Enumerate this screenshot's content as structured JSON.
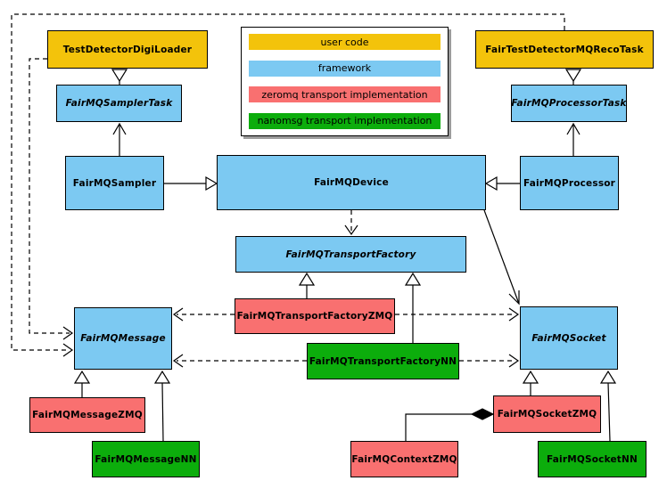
{
  "legend": {
    "items": [
      {
        "label": "user code",
        "color": "#F3C30B",
        "category": "user-code"
      },
      {
        "label": "framework",
        "color": "#7CC9F2",
        "category": "framework"
      },
      {
        "label": "zeromq transport implementation",
        "color": "#F97070",
        "category": "zeromq"
      },
      {
        "label": "nanomsg transport implementation",
        "color": "#0CAD0C",
        "category": "nanomsg"
      }
    ]
  },
  "nodes": {
    "test_detector_digi_loader": {
      "label": "TestDetectorDigiLoader",
      "category": "user code",
      "abstract": false
    },
    "fair_test_detector_mq_reco_task": {
      "label": "FairTestDetectorMQRecoTask",
      "category": "user code",
      "abstract": false
    },
    "fairmq_sampler_task": {
      "label": "FairMQSamplerTask",
      "category": "framework",
      "abstract": true
    },
    "fairmq_processor_task": {
      "label": "FairMQProcessorTask",
      "category": "framework",
      "abstract": true
    },
    "fairmq_sampler": {
      "label": "FairMQSampler",
      "category": "framework",
      "abstract": false
    },
    "fairmq_device": {
      "label": "FairMQDevice",
      "category": "framework",
      "abstract": false
    },
    "fairmq_processor": {
      "label": "FairMQProcessor",
      "category": "framework",
      "abstract": false
    },
    "fairmq_transport_factory": {
      "label": "FairMQTransportFactory",
      "category": "framework",
      "abstract": true
    },
    "fairmq_transport_factory_zmq": {
      "label": "FairMQTransportFactoryZMQ",
      "category": "zeromq",
      "abstract": false
    },
    "fairmq_transport_factory_nn": {
      "label": "FairMQTransportFactoryNN",
      "category": "nanomsg",
      "abstract": false
    },
    "fairmq_message": {
      "label": "FairMQMessage",
      "category": "framework",
      "abstract": true
    },
    "fairmq_socket": {
      "label": "FairMQSocket",
      "category": "framework",
      "abstract": true
    },
    "fairmq_message_zmq": {
      "label": "FairMQMessageZMQ",
      "category": "zeromq",
      "abstract": false
    },
    "fairmq_message_nn": {
      "label": "FairMQMessageNN",
      "category": "nanomsg",
      "abstract": false
    },
    "fairmq_socket_zmq": {
      "label": "FairMQSocketZMQ",
      "category": "zeromq",
      "abstract": false
    },
    "fairmq_socket_nn": {
      "label": "FairMQSocketNN",
      "category": "nanomsg",
      "abstract": false
    },
    "fairmq_context_zmq": {
      "label": "FairMQContextZMQ",
      "category": "zeromq",
      "abstract": false
    }
  },
  "edges": [
    {
      "from": "TestDetectorDigiLoader",
      "to": "FairMQSamplerTask",
      "line": "solid",
      "arrow": "hollow-triangle"
    },
    {
      "from": "FairMQSampler",
      "to": "FairMQSamplerTask",
      "line": "solid",
      "arrow": "open-vee"
    },
    {
      "from": "FairTestDetectorMQRecoTask",
      "to": "FairMQProcessorTask",
      "line": "solid",
      "arrow": "hollow-triangle"
    },
    {
      "from": "FairMQProcessor",
      "to": "FairMQProcessorTask",
      "line": "solid",
      "arrow": "open-vee"
    },
    {
      "from": "FairMQSampler",
      "to": "FairMQDevice",
      "line": "solid",
      "arrow": "hollow-triangle"
    },
    {
      "from": "FairMQProcessor",
      "to": "FairMQDevice",
      "line": "solid",
      "arrow": "hollow-triangle"
    },
    {
      "from": "FairMQDevice",
      "to": "FairMQTransportFactory",
      "line": "dashed",
      "arrow": "open-vee"
    },
    {
      "from": "FairMQDevice",
      "to": "FairMQSocket",
      "line": "solid",
      "arrow": "open-vee"
    },
    {
      "from": "FairMQTransportFactoryZMQ",
      "to": "FairMQTransportFactory",
      "line": "solid",
      "arrow": "hollow-triangle"
    },
    {
      "from": "FairMQTransportFactoryNN",
      "to": "FairMQTransportFactory",
      "line": "solid",
      "arrow": "hollow-triangle"
    },
    {
      "from": "FairMQTransportFactoryZMQ",
      "to": "FairMQMessage",
      "line": "dashed",
      "arrow": "open-vee"
    },
    {
      "from": "FairMQTransportFactoryZMQ",
      "to": "FairMQSocket",
      "line": "dashed",
      "arrow": "open-vee"
    },
    {
      "from": "FairMQTransportFactoryNN",
      "to": "FairMQMessage",
      "line": "dashed",
      "arrow": "open-vee"
    },
    {
      "from": "FairMQTransportFactoryNN",
      "to": "FairMQSocket",
      "line": "dashed",
      "arrow": "open-vee"
    },
    {
      "from": "TestDetectorDigiLoader",
      "to": "FairMQMessage",
      "line": "dashed",
      "arrow": "open-vee"
    },
    {
      "from": "FairTestDetectorMQRecoTask",
      "to": "FairMQMessage",
      "line": "dashed",
      "arrow": "open-vee"
    },
    {
      "from": "FairMQMessageZMQ",
      "to": "FairMQMessage",
      "line": "solid",
      "arrow": "hollow-triangle"
    },
    {
      "from": "FairMQMessageNN",
      "to": "FairMQMessage",
      "line": "solid",
      "arrow": "hollow-triangle"
    },
    {
      "from": "FairMQSocketZMQ",
      "to": "FairMQSocket",
      "line": "solid",
      "arrow": "hollow-triangle"
    },
    {
      "from": "FairMQSocketNN",
      "to": "FairMQSocket",
      "line": "solid",
      "arrow": "hollow-triangle"
    },
    {
      "from": "FairMQContextZMQ",
      "to": "FairMQSocketZMQ",
      "line": "solid",
      "arrow": "filled-diamond"
    }
  ]
}
